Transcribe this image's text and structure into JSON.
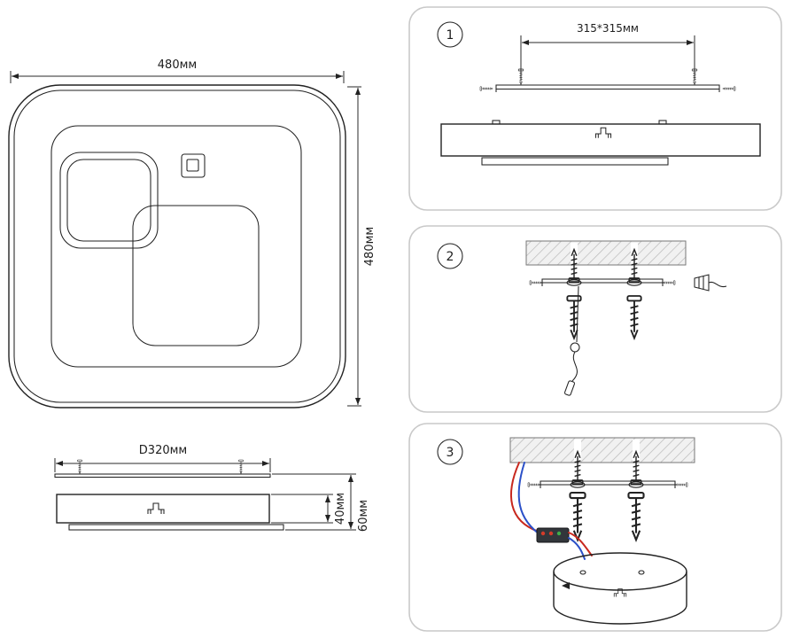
{
  "front_view": {
    "width_label": "480мм",
    "height_label": "480мм"
  },
  "side_view": {
    "diameter_label": "D320мм",
    "height_40_label": "40мм",
    "height_60_label": "60мм"
  },
  "steps": [
    {
      "number": "1",
      "spacing_label": "315*315мм"
    },
    {
      "number": "2"
    },
    {
      "number": "3"
    }
  ],
  "colors": {
    "outline": "#222222",
    "panel_border": "#c9c9c9",
    "wire_red": "#c8281e",
    "wire_blue": "#2b50c8",
    "terminal_dot_red": "#d43c2a",
    "terminal_dot_green": "#3fae49"
  }
}
